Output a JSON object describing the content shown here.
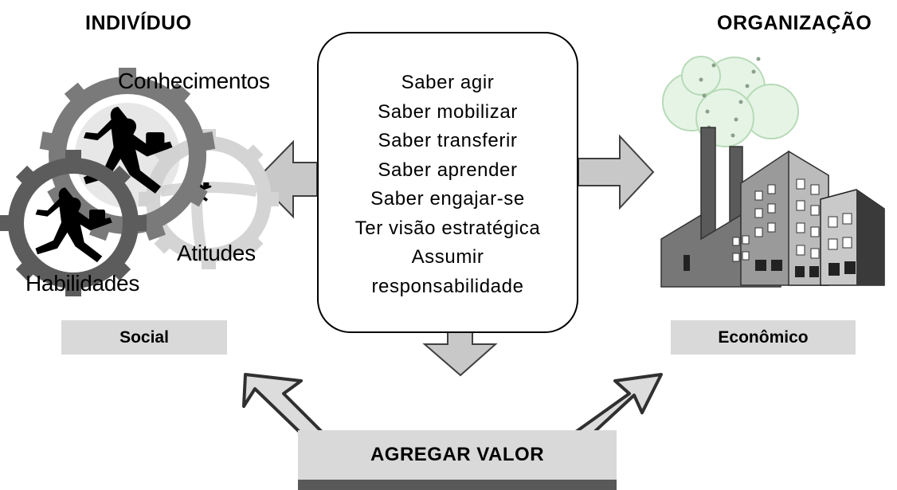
{
  "individual": {
    "title": "INDIVÍDUO",
    "gear_labels": {
      "knowledge": "Conhecimentos",
      "attitudes": "Atitudes",
      "skills": "Habilidades"
    },
    "dimension": "Social"
  },
  "organization": {
    "title": "ORGANIZAÇÃO",
    "dimension": "Econômico"
  },
  "competencies": [
    "Saber agir",
    "Saber mobilizar",
    "Saber transferir",
    "Saber aprender",
    "Saber engajar-se",
    "Ter visão estratégica",
    "Assumir",
    "responsabilidade"
  ],
  "outcome": {
    "label": "AGREGAR VALOR"
  },
  "colors": {
    "arrow_fill": "#c8c8c8",
    "arrow_stroke": "#404040",
    "tag_fill": "#d9d9d9",
    "gear_dark": "#666666",
    "gear_light": "#cfcfcf",
    "smoke": "#e2f3e2"
  }
}
